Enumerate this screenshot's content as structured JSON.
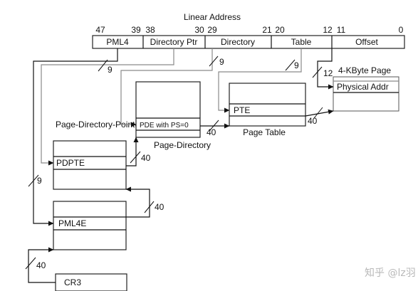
{
  "title": "Linear Address",
  "bit_labels": {
    "b47": "47",
    "b39": "39",
    "b38": "38",
    "b30": "30",
    "b29": "29",
    "b21": "21",
    "b20": "20",
    "b12": "12",
    "b11": "11",
    "b0": "0"
  },
  "fields": {
    "pml4": "PML4",
    "dirptr": "Directory Ptr",
    "directory": "Directory",
    "table": "Table",
    "offset": "Offset"
  },
  "width_labels": {
    "pml4": "9",
    "dirptr": "9",
    "table": "9",
    "pml4_side": "9",
    "offset": "12",
    "pdpte_out": "40",
    "pde_out": "40",
    "pte_out": "40",
    "pml4e_out": "40",
    "cr3_out": "40"
  },
  "tables": {
    "page_directory_pointer_table": "Page-Directory-Pointer Table",
    "pdpte": "PDPTE",
    "page_directory": "Page-Directory",
    "pde": "PDE with PS=0",
    "page_table": "Page Table",
    "pte": "PTE",
    "page": "4-KByte Page",
    "physical_addr": "Physical Addr",
    "pml4e": "PML4E",
    "cr3": "CR3"
  },
  "watermark": "知乎 @lz羽"
}
